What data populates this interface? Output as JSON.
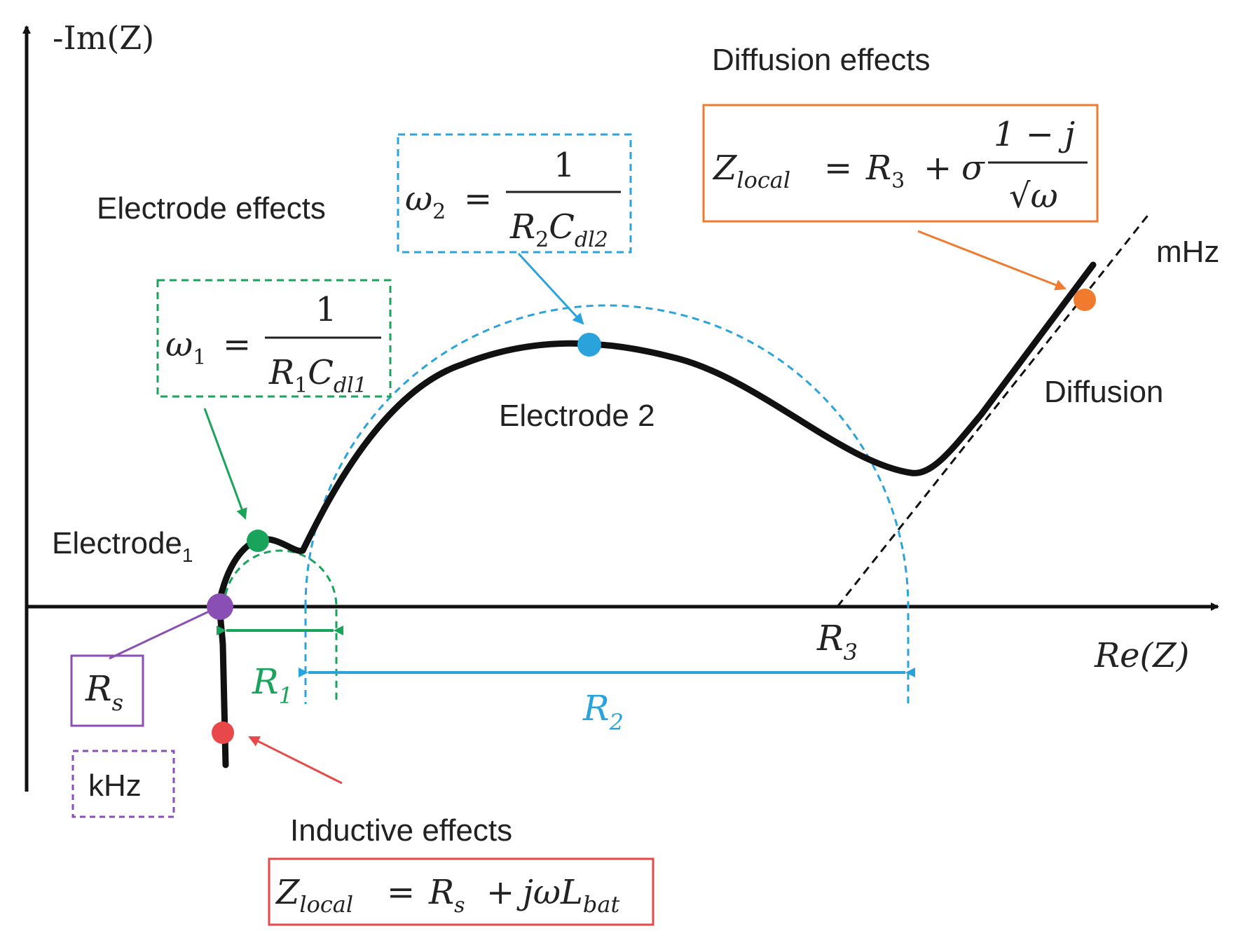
{
  "axes": {
    "y_label": "-Im(Z)",
    "x_label": "Re(Z)"
  },
  "labels": {
    "diffusion_effects": "Diffusion effects",
    "electrode_effects": "Electrode effects",
    "electrode1_main": "Electrode",
    "electrode1_sub": "1",
    "electrode2": "Electrode 2",
    "diffusion": "Diffusion",
    "mhz": "mHz",
    "khz": "kHz",
    "inductive_effects": "Inductive effects"
  },
  "resistances": {
    "r1": "R",
    "r1_sub": "1",
    "r2": "R",
    "r2_sub": "2",
    "r3": "R",
    "r3_sub": "3",
    "rs": "R",
    "rs_sub": "s"
  },
  "formulas": {
    "omega2": {
      "lhs": "ω",
      "lhs_sub": "2",
      "eq": "=",
      "num": "1",
      "den_r": "R",
      "den_r_sub": "2",
      "den_c": "C",
      "den_c_sub": "dl2"
    },
    "omega1": {
      "lhs": "ω",
      "lhs_sub": "1",
      "eq": "=",
      "num": "1",
      "den_r": "R",
      "den_r_sub": "1",
      "den_c": "C",
      "den_c_sub": "dl1"
    },
    "diffusion": {
      "z": "Z",
      "z_sub": "local",
      "eq": "=",
      "r": "R",
      "r_sub": "3",
      "plus": "+",
      "sigma": "σ",
      "num": "1 − j",
      "den": "√ω"
    },
    "inductive": {
      "z": "Z",
      "z_sub": "local",
      "eq": "=",
      "r": "R",
      "r_sub": "s",
      "plus": "+",
      "jwl": "jωL",
      "l_sub": "bat"
    }
  },
  "colors": {
    "curve": "#111111",
    "electrode1": "#1aa35a",
    "electrode2": "#2aa3dc",
    "diffusion": "#f07a2e",
    "inductive": "#e8484a",
    "rs": "#8a4fb5"
  }
}
